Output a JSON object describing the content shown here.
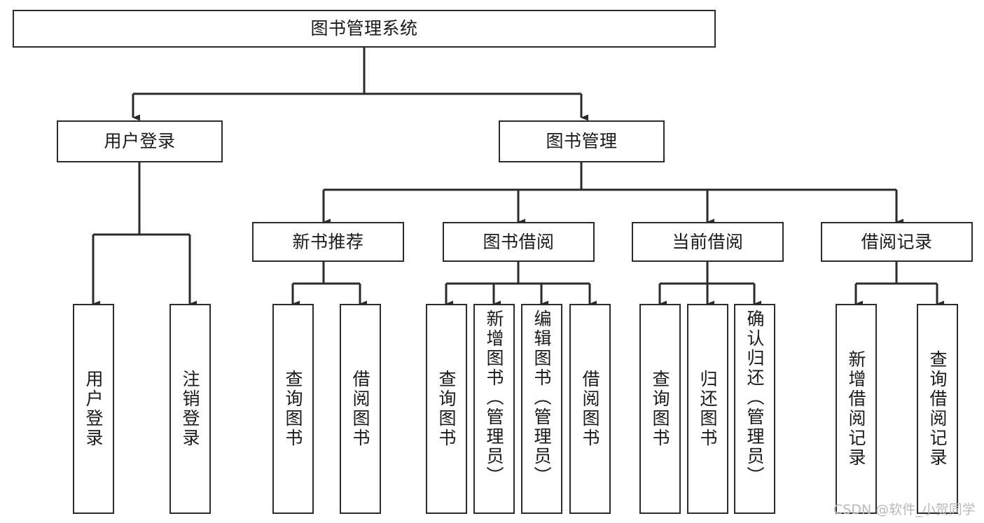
{
  "diagram": {
    "title": "图书管理系统",
    "type": "functional-structure-tree",
    "orientation": "top-down",
    "stroke_color": "#2b2b2b",
    "fill_color": "#ffffff",
    "text_color": "#1a1a1a"
  },
  "nodes": {
    "root": {
      "label": "图书管理系统"
    },
    "level1": [
      {
        "id": "user-login",
        "label": "用户登录"
      },
      {
        "id": "book-manage",
        "label": "图书管理"
      }
    ],
    "level2": [
      {
        "id": "new-book-rec",
        "label": "新书推荐"
      },
      {
        "id": "book-borrow",
        "label": "图书借阅"
      },
      {
        "id": "current-borrow",
        "label": "当前借阅"
      },
      {
        "id": "borrow-record",
        "label": "借阅记录"
      }
    ],
    "leaves": {
      "user_login": [
        {
          "id": "leaf-user-login",
          "label": "用户登录"
        },
        {
          "id": "leaf-logout",
          "label": "注销登录"
        }
      ],
      "new_book_rec": [
        {
          "id": "leaf-query-book-1",
          "label": "查询图书"
        },
        {
          "id": "leaf-borrow-book-1",
          "label": "借阅图书"
        }
      ],
      "book_borrow": [
        {
          "id": "leaf-query-book-2",
          "label": "查询图书"
        },
        {
          "id": "leaf-add-book",
          "label": "新增图书（管理员）"
        },
        {
          "id": "leaf-edit-book",
          "label": "编辑图书（管理员）"
        },
        {
          "id": "leaf-borrow-book-2",
          "label": "借阅图书"
        }
      ],
      "current_borrow": [
        {
          "id": "leaf-query-book-3",
          "label": "查询图书"
        },
        {
          "id": "leaf-return-book",
          "label": "归还图书"
        },
        {
          "id": "leaf-confirm-return",
          "label": "确认归还（管理员）"
        }
      ],
      "borrow_record": [
        {
          "id": "leaf-add-record",
          "label": "新增借阅记录"
        },
        {
          "id": "leaf-query-record",
          "label": "查询借阅记录"
        }
      ]
    }
  },
  "watermark": {
    "text": "CSDN @软件_小贺同学"
  }
}
